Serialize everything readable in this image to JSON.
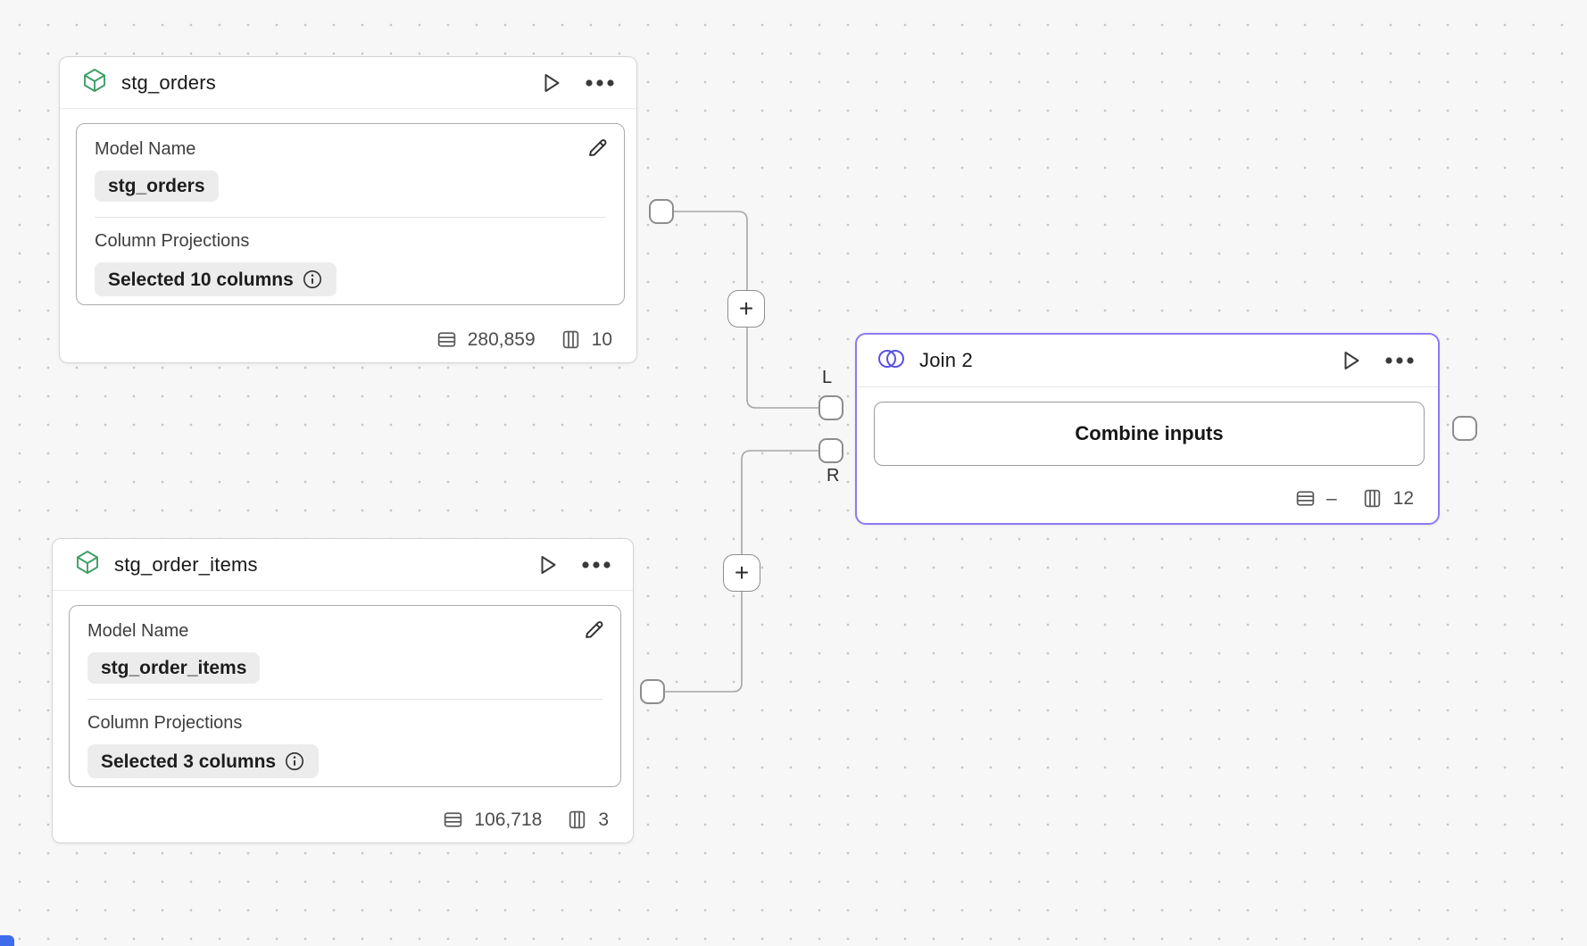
{
  "background": {
    "color": "#f7f7f7",
    "dot_color": "#c6c6c6"
  },
  "ports": {
    "left_label": "L",
    "right_label": "R"
  },
  "edges": {
    "add_button_label": "+"
  },
  "colors": {
    "model_icon_green": "#3f9e66",
    "join_icon_indigo": "#5a52e0",
    "join_border_purple": "#8b7bf4"
  },
  "nodes": {
    "stg_orders": {
      "title": "stg_orders",
      "fields": {
        "model_name": {
          "label": "Model Name",
          "value": "stg_orders"
        },
        "column_projections": {
          "label": "Column Projections",
          "value": "Selected 10 columns"
        }
      },
      "stats": {
        "rows": "280,859",
        "columns": "10"
      }
    },
    "stg_order_items": {
      "title": "stg_order_items",
      "fields": {
        "model_name": {
          "label": "Model Name",
          "value": "stg_order_items"
        },
        "column_projections": {
          "label": "Column Projections",
          "value": "Selected 3 columns"
        }
      },
      "stats": {
        "rows": "106,718",
        "columns": "3"
      }
    },
    "join_2": {
      "title": "Join 2",
      "button_label": "Combine inputs",
      "stats": {
        "rows": "–",
        "columns": "12"
      }
    }
  }
}
